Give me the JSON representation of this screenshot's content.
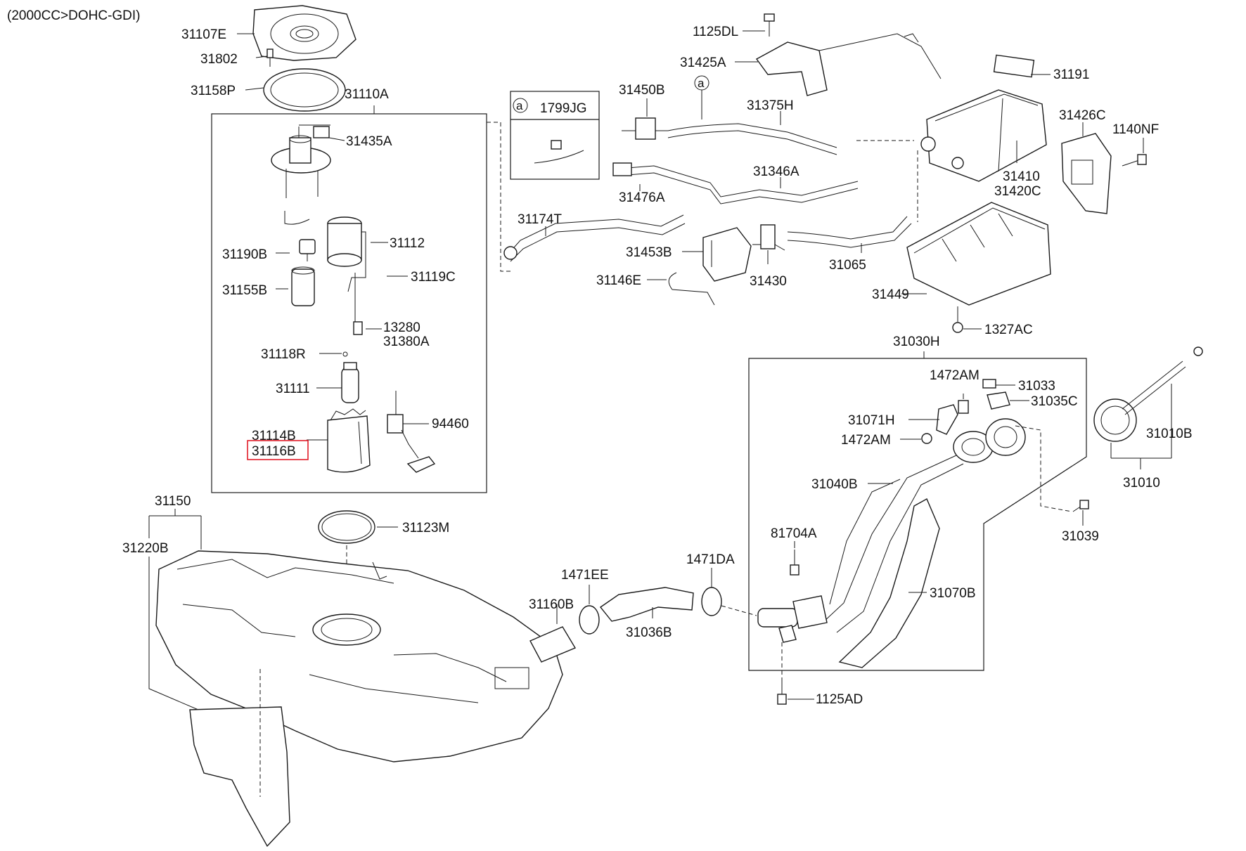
{
  "header": {
    "engine_note": "(2000CC>DOHC-GDI)"
  },
  "callout": {
    "ref_symbol": "a",
    "ref_part": "1799JG"
  },
  "highlight": {
    "part": "31116B",
    "color": "#e11d2a"
  },
  "parts": {
    "p31107E": "31107E",
    "p31802": "31802",
    "p31158P": "31158P",
    "p31110A": "31110A",
    "p31435A": "31435A",
    "p31112": "31112",
    "p31190B": "31190B",
    "p31119C": "31119C",
    "p31155B": "31155B",
    "p13280": "13280",
    "p31380A": "31380A",
    "p31118R": "31118R",
    "p31111": "31111",
    "p31114B": "31114B",
    "p31116B": "31116B",
    "p94460": "94460",
    "p31150": "31150",
    "p31220B": "31220B",
    "p31123M": "31123M",
    "p1125DL": "1125DL",
    "p31425A": "31425A",
    "p31450B": "31450B",
    "p31375H": "31375H",
    "p31191": "31191",
    "p31426C": "31426C",
    "p1140NF": "1140NF",
    "p31410": "31410",
    "p31420C": "31420C",
    "p31476A": "31476A",
    "p31346A": "31346A",
    "p31174T": "31174T",
    "p31453B": "31453B",
    "p31146E": "31146E",
    "p31430": "31430",
    "p31065": "31065",
    "p31449": "31449",
    "p1327AC": "1327AC",
    "p31030H": "31030H",
    "p1472AM_a": "1472AM",
    "p31033": "31033",
    "p31035C": "31035C",
    "p31071H": "31071H",
    "p1472AM_b": "1472AM",
    "p31010B": "31010B",
    "p31010": "31010",
    "p31040B": "31040B",
    "p31039": "31039",
    "p81704A": "81704A",
    "p31070B": "31070B",
    "p1471DA": "1471DA",
    "p1471EE": "1471EE",
    "p31160B": "31160B",
    "p31036B": "31036B",
    "p1125AD": "1125AD"
  }
}
